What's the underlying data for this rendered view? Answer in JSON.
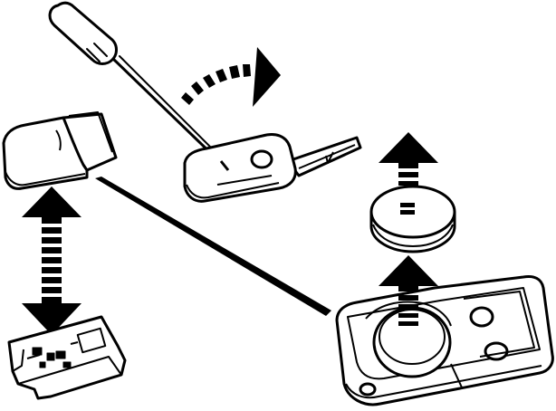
{
  "diagram": {
    "title": "",
    "line_color": "#000000",
    "fill_color": "#ffffff",
    "parts": [
      {
        "id": "screwdriver",
        "icon": "screwdriver-icon"
      },
      {
        "id": "key-fob-with-blade",
        "icon": "key-fob-icon"
      },
      {
        "id": "cover-shell",
        "icon": "remote-cover-icon"
      },
      {
        "id": "circuit-board",
        "icon": "circuit-board-icon"
      },
      {
        "id": "coin-battery",
        "icon": "battery-icon"
      },
      {
        "id": "remote-housing-open",
        "icon": "housing-icon"
      }
    ],
    "arrows": [
      {
        "id": "pry-rotate",
        "direction": "clockwise",
        "style": "dashed-curved"
      },
      {
        "id": "board-removal",
        "direction": "up-down",
        "style": "dashed-double"
      },
      {
        "id": "battery-lift-upper",
        "direction": "up",
        "style": "dashed"
      },
      {
        "id": "battery-lift-lower",
        "direction": "up",
        "style": "dashed"
      }
    ]
  }
}
